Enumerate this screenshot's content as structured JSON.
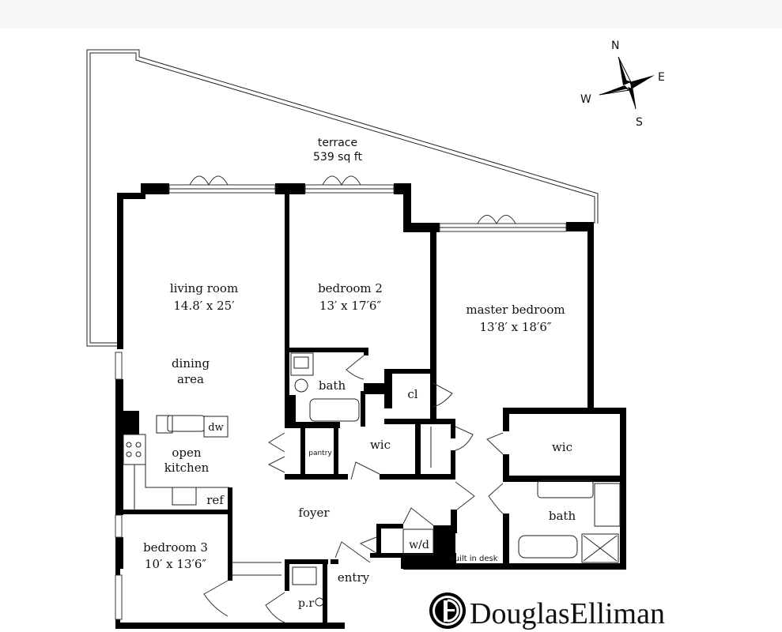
{
  "rooms": {
    "terrace": {
      "name": "terrace",
      "size": "539 sq ft"
    },
    "living_room": {
      "name": "living room",
      "size": "14.8′ x 25′"
    },
    "dining_area": {
      "line1": "dining",
      "line2": "area"
    },
    "bedroom_2": {
      "name": "bedroom 2",
      "size": "13′ x 17′6″"
    },
    "master_bedroom": {
      "name": "master bedroom",
      "size": "13′8′ x 18′6″"
    },
    "bedroom_3": {
      "name": "bedroom 3",
      "size": "10′ x 13′6″"
    },
    "open_kitchen": {
      "line1": "open",
      "line2": "kitchen"
    },
    "bath_2": {
      "name": "bath"
    },
    "master_bath": {
      "name": "bath"
    },
    "closet": {
      "name": "cl"
    },
    "wic_1": {
      "name": "wic"
    },
    "wic_master": {
      "name": "wic"
    },
    "pantry": {
      "name": "pantry"
    },
    "foyer": {
      "name": "foyer"
    },
    "entry": {
      "name": "entry"
    },
    "powder_room": {
      "name": "p.r"
    },
    "washer_dryer": {
      "name": "w/d"
    },
    "built_in_desk": {
      "name": "built in desk"
    },
    "dishwasher": {
      "name": "dw"
    },
    "refrigerator": {
      "name": "ref"
    }
  },
  "compass": {
    "n": "N",
    "e": "E",
    "s": "S",
    "w": "W"
  },
  "logo": {
    "text": "DouglasElliman",
    "icon": "de-monogram-icon"
  },
  "colors": {
    "walls": "#000000",
    "background": "#ffffff",
    "top_band": "#f7f7f7"
  }
}
